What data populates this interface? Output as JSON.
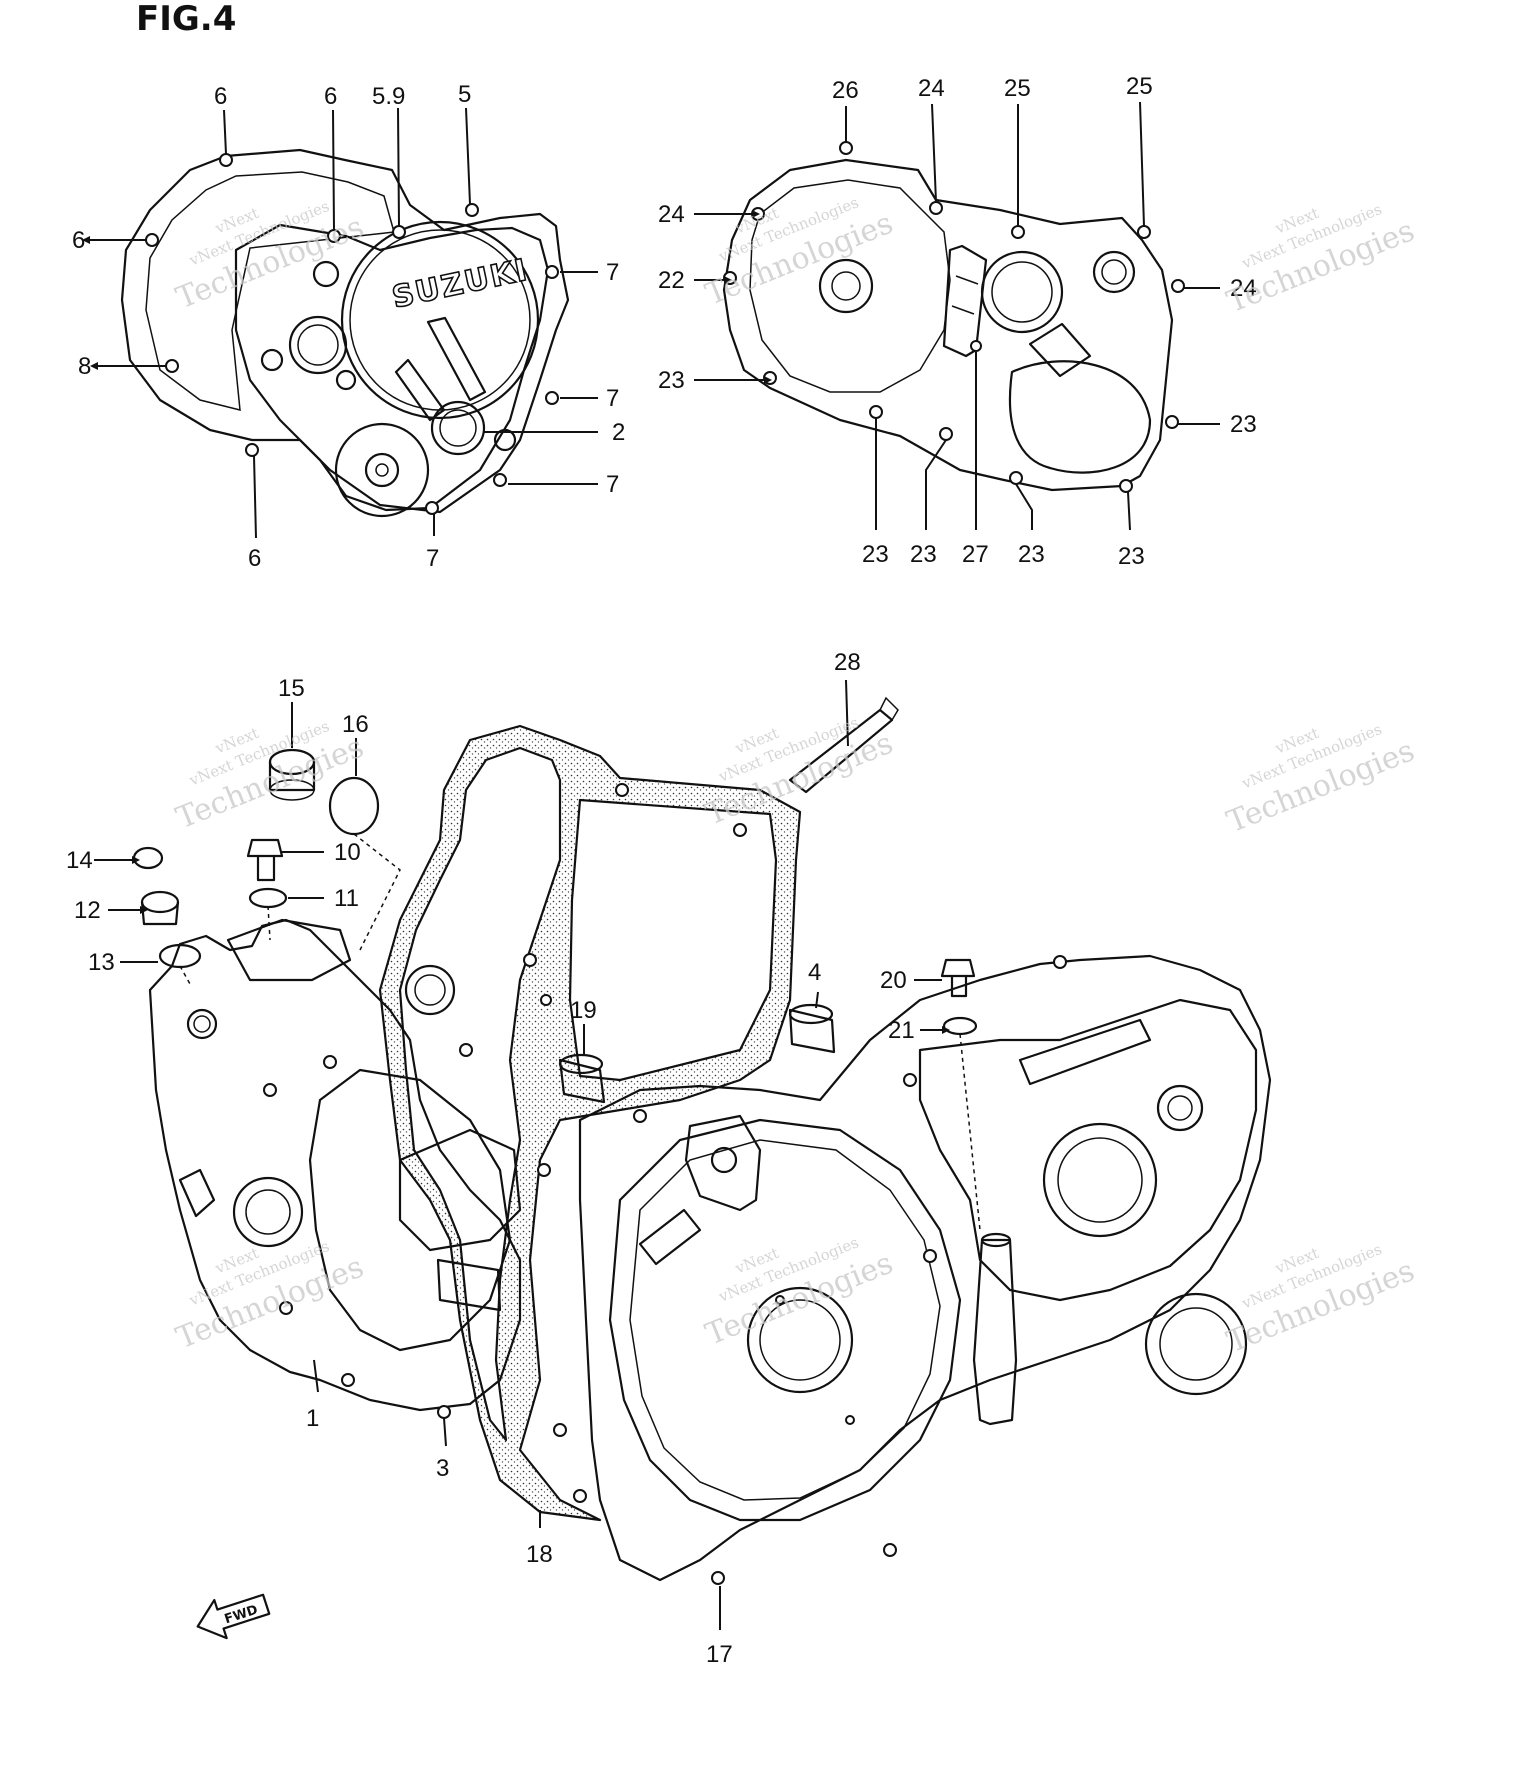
{
  "figure_title": "FIG.4",
  "watermark": {
    "line1": "vNext",
    "line2": "vNext Technologies",
    "line3": "Technologies"
  },
  "callouts": {
    "c6a": "6",
    "c6b": "6",
    "c59": "5.9",
    "c5": "5",
    "c6c": "6",
    "c7a": "7",
    "c8": "8",
    "c7b": "7",
    "c2": "2",
    "c7c": "7",
    "c6d": "6",
    "c7d": "7",
    "c26": "26",
    "c24a": "24",
    "c25a": "25",
    "c25b": "25",
    "c24b": "24",
    "c22": "22",
    "c24c": "24",
    "c23a": "23",
    "c23b": "23",
    "c23c": "23",
    "c23d": "23",
    "c27": "27",
    "c23e": "23",
    "c23f": "23",
    "c28": "28",
    "c15": "15",
    "c16": "16",
    "c14": "14",
    "c10": "10",
    "c12": "12",
    "c11": "11",
    "c13": "13",
    "c4": "4",
    "c19": "19",
    "c20": "20",
    "c21": "21",
    "c1": "1",
    "c3": "3",
    "c18": "18",
    "c17": "17"
  },
  "logo_text": "SUZUKI",
  "fwd_text": "FWD"
}
